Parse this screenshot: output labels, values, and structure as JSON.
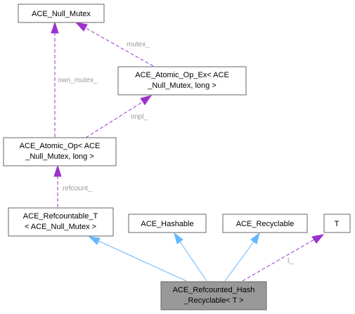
{
  "nodes": {
    "null_mutex": "ACE_Null_Mutex",
    "atomic_op_ex": [
      "ACE_Atomic_Op_Ex< ACE",
      "_Null_Mutex, long >"
    ],
    "atomic_op": [
      "ACE_Atomic_Op< ACE",
      "_Null_Mutex, long >"
    ],
    "refcountable": [
      "ACE_Refcountable_T",
      "< ACE_Null_Mutex >"
    ],
    "hashable": "ACE_Hashable",
    "recyclable": "ACE_Recyclable",
    "t": "T",
    "refcounted_hash": [
      "ACE_Refcounted_Hash",
      "_Recyclable< T >"
    ]
  },
  "edge_labels": {
    "mutex": "mutex_",
    "own_mutex": "own_mutex_",
    "impl": "impl_",
    "refcount": "refcount_",
    "t": "t_"
  },
  "colors": {
    "usage_edge": "#9a32cd",
    "inheritance_edge": "#63b8ff",
    "focus_node": "#999999"
  }
}
